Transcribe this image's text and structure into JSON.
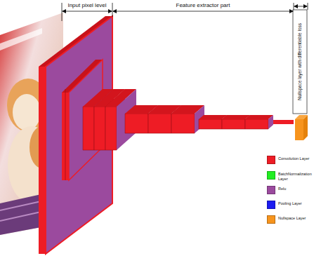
{
  "diagram": {
    "labels": [
      "Input pixel level",
      "Feature extractor part",
      "Nullspace layer with differentiable loss"
    ],
    "legend": [
      {
        "text": "Convolution Layer",
        "color": "#ee1c25"
      },
      {
        "text": "BatchNormalization Layer",
        "color": "#22ee22"
      },
      {
        "text": "Relu",
        "color": "#9b4a9e"
      },
      {
        "text": "Pooling Layer",
        "color": "#1c1cf0"
      },
      {
        "text": "Nullspace Layer",
        "color": "#f7941d"
      }
    ]
  }
}
